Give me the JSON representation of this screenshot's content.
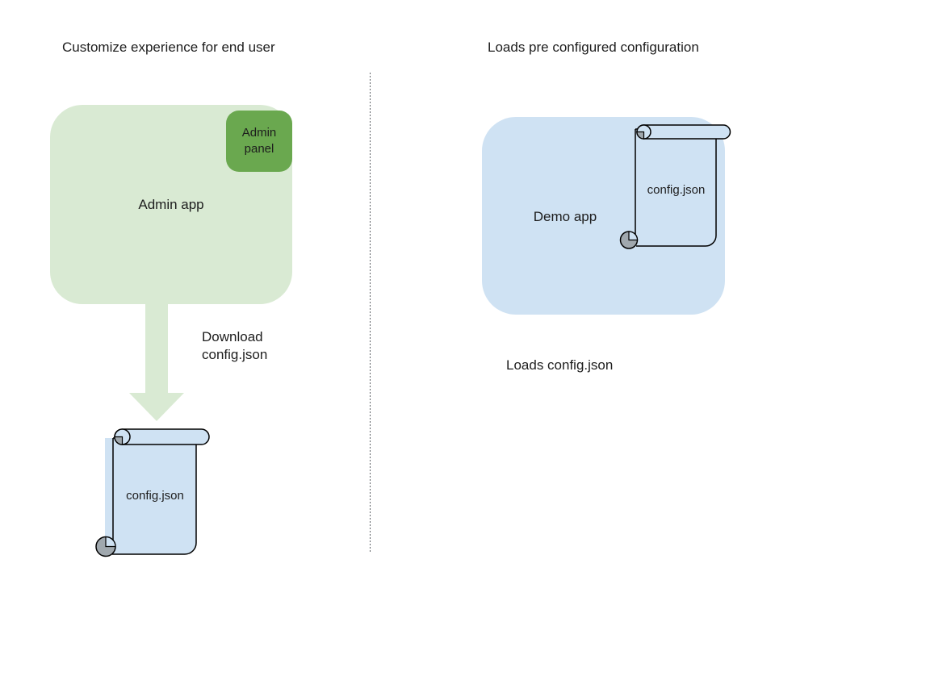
{
  "diagram": {
    "left": {
      "title": "Customize experience for end user",
      "admin_app": {
        "label": "Admin app"
      },
      "admin_panel": {
        "label": "Admin panel"
      },
      "arrow_label": "Download config.json",
      "config_file": {
        "label": "config.json"
      }
    },
    "right": {
      "title": "Loads pre configured configuration",
      "demo_app": {
        "label": "Demo app"
      },
      "config_file": {
        "label": "config.json"
      },
      "caption": "Loads config.json"
    },
    "colors": {
      "admin_app_fill": "#d9ead3",
      "admin_panel_fill": "#6aa84f",
      "arrow_fill": "#d9ead3",
      "demo_app_fill": "#cfe2f3",
      "scroll_fill": "#cfe2f3",
      "scroll_curl_gray": "#a0a8ae",
      "outline": "#000000",
      "divider_gray": "#5f6368",
      "text": "#1d1d1d"
    }
  }
}
